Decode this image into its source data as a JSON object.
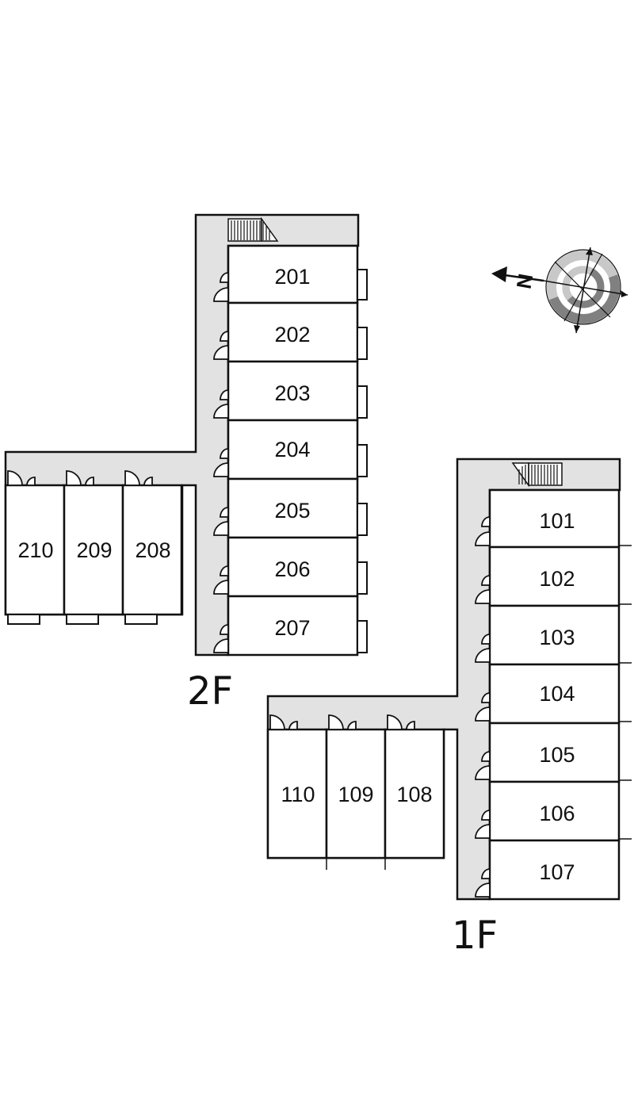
{
  "floors": [
    {
      "label": "2F",
      "rooms_vertical": [
        "201",
        "202",
        "203",
        "204",
        "205",
        "206",
        "207"
      ],
      "rooms_horizontal": [
        "210",
        "209",
        "208"
      ]
    },
    {
      "label": "1F",
      "rooms_vertical": [
        "101",
        "102",
        "103",
        "104",
        "105",
        "106",
        "107"
      ],
      "rooms_horizontal": [
        "110",
        "109",
        "108"
      ]
    }
  ],
  "compass": {
    "north_label": "N"
  },
  "colors": {
    "walkway": "#e2e2e2",
    "wall": "#111111",
    "compass_light": "#c8c8c8",
    "compass_dark": "#808080"
  }
}
